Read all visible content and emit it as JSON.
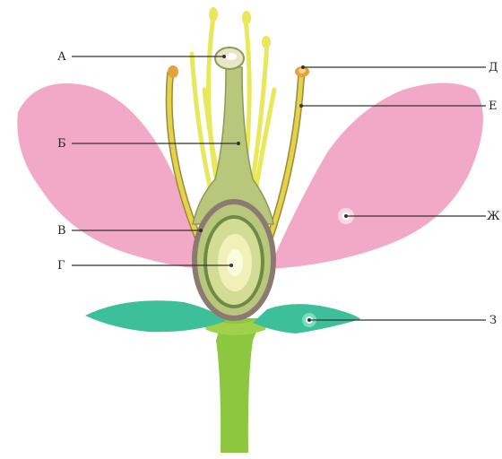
{
  "diagram": {
    "labels": {
      "a": "А",
      "b": "Б",
      "v": "В",
      "g": "Г",
      "d": "Д",
      "e": "Е",
      "zh": "Ж",
      "z": "З"
    }
  },
  "colors": {
    "petal": "#f2a9c8",
    "sepal": "#3dbf9a",
    "stem": "#8dc63f",
    "stamen_filament": "#e9e85a",
    "pistil": "#b9c77d",
    "ovary_wall": "#8c7a72",
    "ovule": "#f0f0b8",
    "anther": "#e5a23c",
    "leader_line": "#333333"
  }
}
